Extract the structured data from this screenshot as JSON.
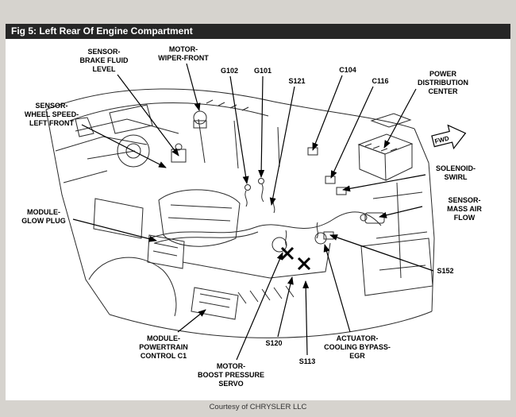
{
  "window": {
    "title": "Fig 5: Left Rear Of Engine Compartment"
  },
  "footer": {
    "credit": "Courtesy of CHRYSLER LLC"
  },
  "diagram": {
    "fwd_marker": "FWD",
    "labels": {
      "sensor_brake_fluid": "SENSOR-\nBRAKE FLUID\nLEVEL",
      "motor_wiper_front": "MOTOR-\nWIPER-FRONT",
      "g102": "G102",
      "g101": "G101",
      "s121": "S121",
      "c104": "C104",
      "c116": "C116",
      "power_distribution_center": "POWER\nDISTRIBUTION\nCENTER",
      "sensor_wheel_speed": "SENSOR-\nWHEEL SPEED-\nLEFT FRONT",
      "solenoid_swirl": "SOLENOID-\nSWIRL",
      "sensor_mass_air_flow": "SENSOR-\nMASS AIR FLOW",
      "module_glow_plug": "MODULE-\nGLOW PLUG",
      "s152": "S152",
      "module_powertrain": "MODULE-\nPOWERTRAIN\nCONTROL C1",
      "motor_boost_pressure": "MOTOR-\nBOOST PRESSURE\nSERVO",
      "s120": "S120",
      "s113": "S113",
      "actuator_cooling_bypass": "ACTUATOR-\nCOOLING BYPASS-\nEGR"
    }
  }
}
